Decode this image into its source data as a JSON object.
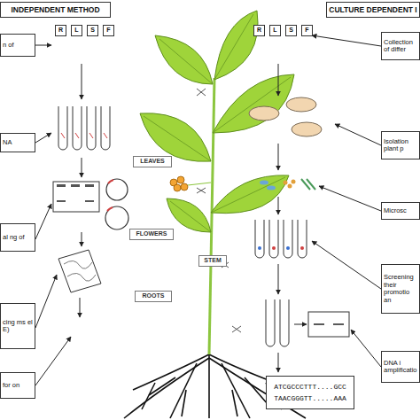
{
  "diagram": {
    "nodes": [
      {
        "text": [
          "INDEPENDENT METHOD"
        ]
      },
      {
        "text": [
          "CULTURE DEPENDENT I"
        ]
      },
      {
        "text": [
          "R"
        ]
      },
      {
        "text": [
          "L"
        ]
      },
      {
        "text": [
          "S"
        ]
      },
      {
        "text": [
          "F"
        ]
      },
      {
        "text": [
          "R"
        ]
      },
      {
        "text": [
          "L"
        ]
      },
      {
        "text": [
          "S"
        ]
      },
      {
        "text": [
          "F"
        ]
      },
      {
        "text": [
          "n of"
        ]
      },
      {
        "text": [
          "NA"
        ]
      },
      {
        "text": [
          "al ng of"
        ]
      },
      {
        "text": [
          "cing ms el E)"
        ]
      },
      {
        "text": [
          "for on"
        ]
      },
      {
        "text": [
          "Collection of differ"
        ]
      },
      {
        "text": [
          "Isolation plant p"
        ]
      },
      {
        "text": [
          "Microsc"
        ]
      },
      {
        "text": [
          "Screening their promotio an"
        ]
      },
      {
        "text": [
          "DNA i amplificatio"
        ]
      },
      {
        "text": [
          "LEAVES"
        ]
      },
      {
        "text": [
          "FLOWERS"
        ]
      },
      {
        "text": [
          "STEM"
        ]
      },
      {
        "text": [
          "ROOTS"
        ]
      },
      {
        "text": [
          "ATCGCCCTTT....GCC TAACGGGTT.....AAA"
        ]
      }
    ]
  }
}
